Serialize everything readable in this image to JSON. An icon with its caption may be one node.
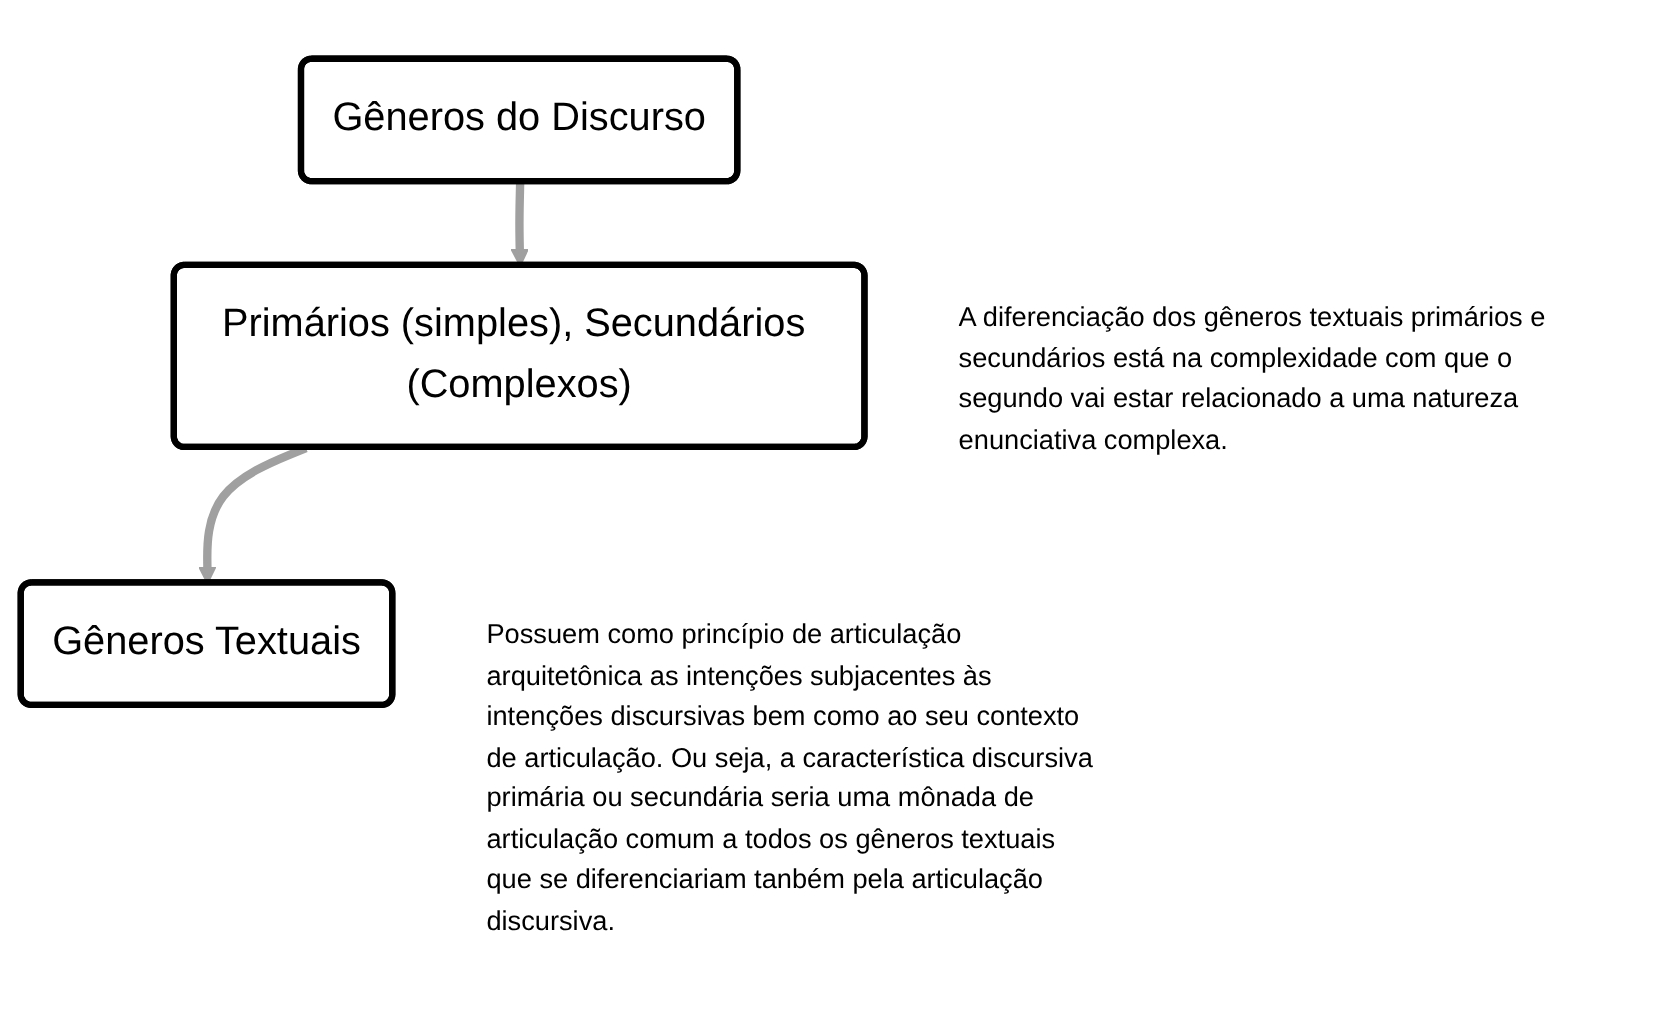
{
  "diagram": {
    "nodes": [
      {
        "text": [
          "Gêneros do Discurso"
        ]
      },
      {
        "text": [
          "Primários (simples), Secundários (Complexos)"
        ],
        "beside": [
          "A diferenciação dos gêneros textuais primários e secundários está na complexidade com que o segundo vai estar relacionado a uma natureza enunciativa complexa."
        ]
      },
      {
        "text": [
          "Gêneros Textuais"
        ],
        "beside": [
          "Possuem como princípio de articulação arquitetônica as intenções subjacentes às intenções discursivas bem como ao seu contexto de articulação. Ou seja, a característica discursiva primária ou secundária seria uma mônada de articulação comum a todos os gêneros textuais que se diferenciariam tanbém pela articulação discursiva."
        ]
      }
    ],
    "edges": [
      {
        "from": 0,
        "to": 1,
        "arrow": "to"
      },
      {
        "from": 1,
        "to": 2,
        "arrow": "to"
      }
    ]
  }
}
